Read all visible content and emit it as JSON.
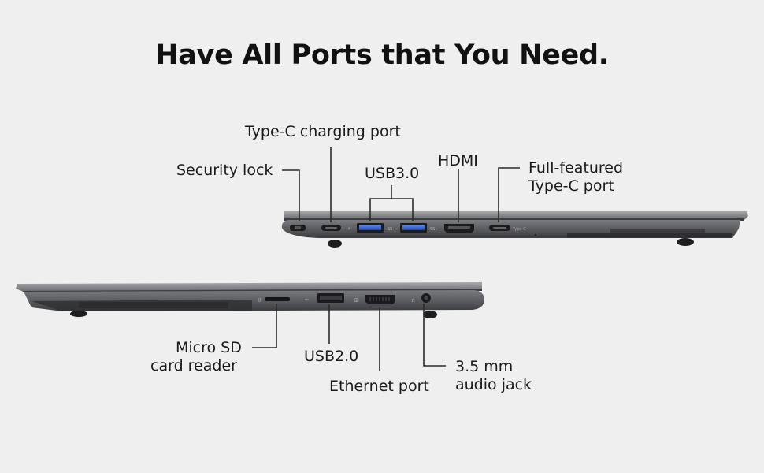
{
  "title": "Have All Ports that You Need.",
  "labels": {
    "security_lock": "Security lock",
    "type_c_charging": "Type-C charging port",
    "usb30": "USB3.0",
    "hdmi": "HDMI",
    "full_featured_line1": "Full-featured",
    "full_featured_line2": "Type-C port",
    "micro_sd_line1": "Micro SD",
    "micro_sd_line2": "card reader",
    "usb20": "USB2.0",
    "ethernet": "Ethernet port",
    "audio_line1": "3.5 mm",
    "audio_line2": "audio jack"
  },
  "colors": {
    "background": "#efefef",
    "chassis_dark": "#4a4b4e",
    "chassis_mid": "#6c6d70",
    "chassis_light": "#9a9b9e",
    "usb3_blue": "#2f5fd0",
    "leader_line": "#2a2a2a"
  }
}
